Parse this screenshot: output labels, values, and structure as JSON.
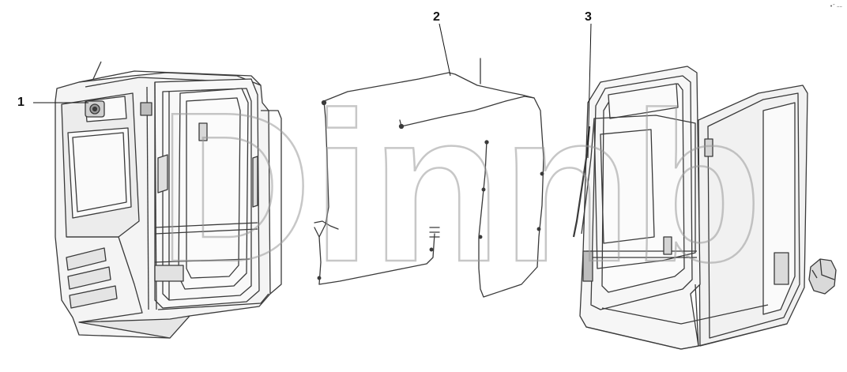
{
  "callouts": [
    {
      "id": "1",
      "label": "1"
    },
    {
      "id": "2",
      "label": "2"
    },
    {
      "id": "3",
      "label": "3"
    }
  ],
  "watermark": {
    "text": "Dinnb"
  },
  "corner_mark": "•″ ––",
  "colors": {
    "line": "#3a3a3a",
    "fill": "#f4f4f4",
    "shade": "#dcdcdc",
    "watermark": "#9a9a9a"
  }
}
